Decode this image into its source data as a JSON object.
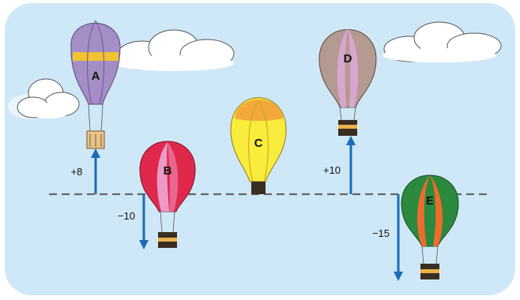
{
  "balloons": [
    {
      "label": "A",
      "change": "+8"
    },
    {
      "label": "B",
      "change": "−10"
    },
    {
      "label": "C",
      "change": ""
    },
    {
      "label": "D",
      "change": "+10"
    },
    {
      "label": "E",
      "change": "−15"
    }
  ],
  "colors": {
    "sky": "#cfe8f7",
    "arrow": "#1a6db5",
    "reference_line": "#666666",
    "balloon_A": "#a58dc6",
    "balloon_A_band": "#f2c230",
    "balloon_B": "#e0284d",
    "balloon_B_stripe": "#ec9ac6",
    "balloon_C": "#f9ec3c",
    "balloon_C_top": "#f2a93b",
    "balloon_D": "#b49a90",
    "balloon_D_stripe": "#d9a6cf",
    "balloon_E": "#2b8a3e",
    "balloon_E_stripe": "#ef6b2d"
  }
}
